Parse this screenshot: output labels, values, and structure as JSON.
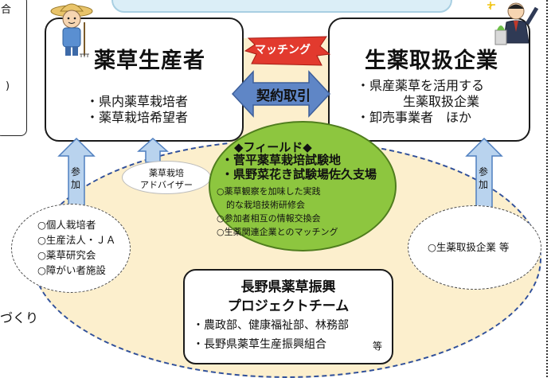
{
  "left_fragment": {
    "lines": [
      "合",
      ")"
    ]
  },
  "outside_text": "づくり",
  "producers": {
    "title": "薬草生産者",
    "items": [
      "・県内薬草栽培者",
      "・薬草栽培希望者"
    ]
  },
  "companies": {
    "title": "生薬取扱企業",
    "items": [
      "・県産薬草を活用する",
      "生薬取扱企業",
      "・卸売事業者　ほか"
    ]
  },
  "matching_label": "マッチング",
  "contract_label": "契約取引",
  "join_arrow_left": "参加",
  "join_arrow_right": "参加",
  "adviser": {
    "lines": [
      "薬草栽培",
      "アドバイザー"
    ]
  },
  "field": {
    "title": "◆フィールド◆",
    "sites": [
      "・菅平薬草栽培試験地",
      "・県野菜花き試験場佐久支場"
    ],
    "items": [
      "○薬草観察を加味した実践",
      "的な栽培技術研修会",
      "○参加者相互の情報交換会",
      "○生薬関連企業とのマッチング"
    ]
  },
  "participants_left": [
    "○個人栽培者",
    "○生産法人・ＪＡ",
    "○薬草研究会",
    "○障がい者施設"
  ],
  "participants_right": "○生薬取扱企業 等",
  "team": {
    "title_lines": [
      "長野県薬草振興",
      "プロジェクトチーム"
    ],
    "members": [
      "・農政部、健康福祉部、林務部",
      "・長野県薬草生産振興組合"
    ],
    "suffix": "等"
  },
  "colors": {
    "field_bg": "#fcefcd",
    "field_green": "#8dc63f",
    "arrow_blue": "#b9d3ee",
    "matching_red": "#e23a2e",
    "banner": "#dbeef7"
  }
}
